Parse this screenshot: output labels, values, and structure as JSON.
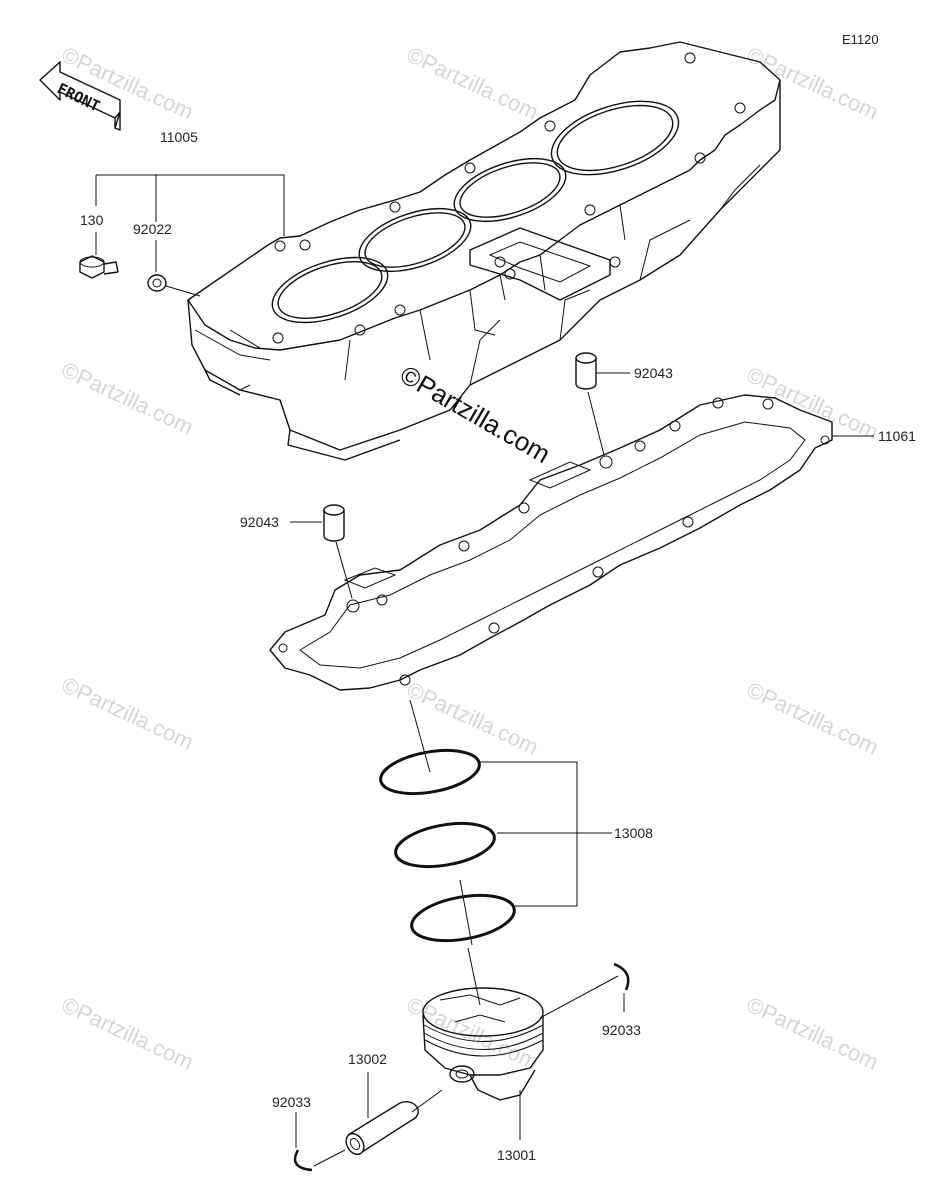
{
  "diagram_code": "E1120",
  "front_label": "FRONT",
  "watermark_main": "©Partzilla.com",
  "watermark_repeat": "©Partzilla.com",
  "parts": {
    "cylinder": "11005",
    "bolt": "130",
    "washer": "92022",
    "dowel_pin_upper": "92043",
    "dowel_pin_left": "92043",
    "gasket": "11061",
    "piston_ring_set": "13008",
    "piston_pin": "13002",
    "snap_ring_left": "92033",
    "snap_ring_right": "92033",
    "piston": "13001"
  }
}
